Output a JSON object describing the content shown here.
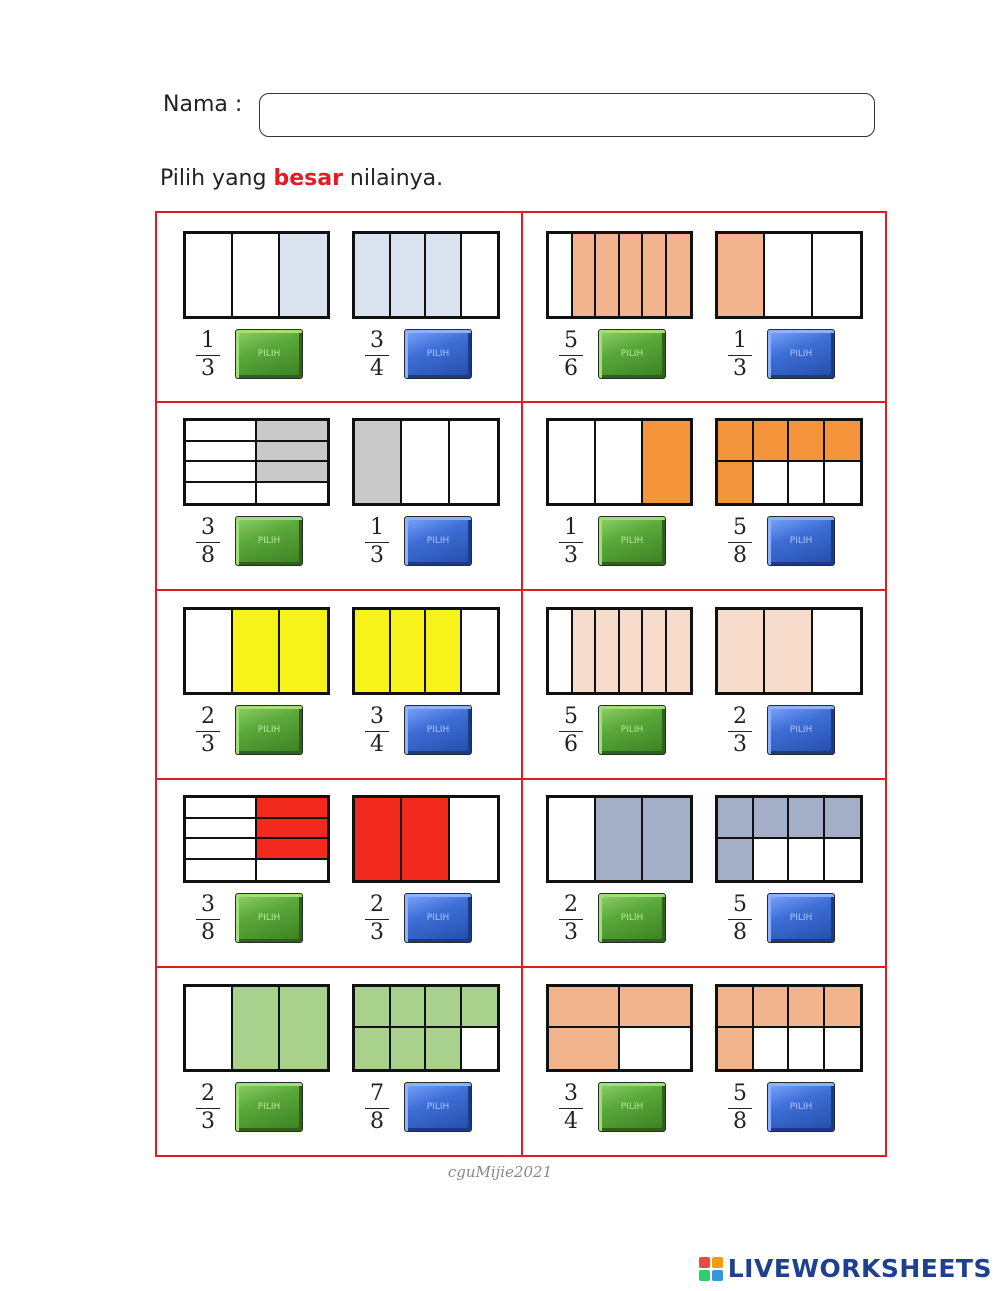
{
  "header": {
    "name_label": "Nama :",
    "instruction_before": "Pilih yang ",
    "instruction_emphasis": "besar",
    "instruction_after": " nilainya."
  },
  "button_label": "PILIH",
  "cells": [
    {
      "left": {
        "numerator": "1",
        "denominator": "3",
        "color": "#d8e3ef"
      },
      "right": {
        "numerator": "3",
        "denominator": "4",
        "color": "#d8e3ef"
      }
    },
    {
      "left": {
        "numerator": "5",
        "denominator": "6",
        "color": "#f2b48c"
      },
      "right": {
        "numerator": "1",
        "denominator": "3",
        "color": "#f2b48c"
      }
    },
    {
      "left": {
        "numerator": "3",
        "denominator": "8",
        "color": "#c9c9c9"
      },
      "right": {
        "numerator": "1",
        "denominator": "3",
        "color": "#c9c9c9"
      }
    },
    {
      "left": {
        "numerator": "1",
        "denominator": "3",
        "color": "#f5953b"
      },
      "right": {
        "numerator": "5",
        "denominator": "8",
        "color": "#f5953b"
      }
    },
    {
      "left": {
        "numerator": "2",
        "denominator": "3",
        "color": "#f7f21a"
      },
      "right": {
        "numerator": "3",
        "denominator": "4",
        "color": "#f7f21a"
      }
    },
    {
      "left": {
        "numerator": "5",
        "denominator": "6",
        "color": "#f7dccc"
      },
      "right": {
        "numerator": "2",
        "denominator": "3",
        "color": "#f7dccc"
      }
    },
    {
      "left": {
        "numerator": "3",
        "denominator": "8",
        "color": "#f22a1e"
      },
      "right": {
        "numerator": "2",
        "denominator": "3",
        "color": "#f22a1e"
      }
    },
    {
      "left": {
        "numerator": "2",
        "denominator": "3",
        "color": "#a3afc6"
      },
      "right": {
        "numerator": "5",
        "denominator": "8",
        "color": "#a3afc6"
      }
    },
    {
      "left": {
        "numerator": "2",
        "denominator": "3",
        "color": "#a9d18e"
      },
      "right": {
        "numerator": "7",
        "denominator": "8",
        "color": "#a9d18e"
      }
    },
    {
      "left": {
        "numerator": "3",
        "denominator": "4",
        "color": "#f2b48c"
      },
      "right": {
        "numerator": "5",
        "denominator": "8",
        "color": "#f2b48c"
      }
    }
  ],
  "footer": {
    "credit": "cguMijie2021",
    "brand": "LIVEWORKSHEETS",
    "brand_colors": [
      "#e84c3d",
      "#f39c12",
      "#2ecc71",
      "#3498db"
    ]
  }
}
